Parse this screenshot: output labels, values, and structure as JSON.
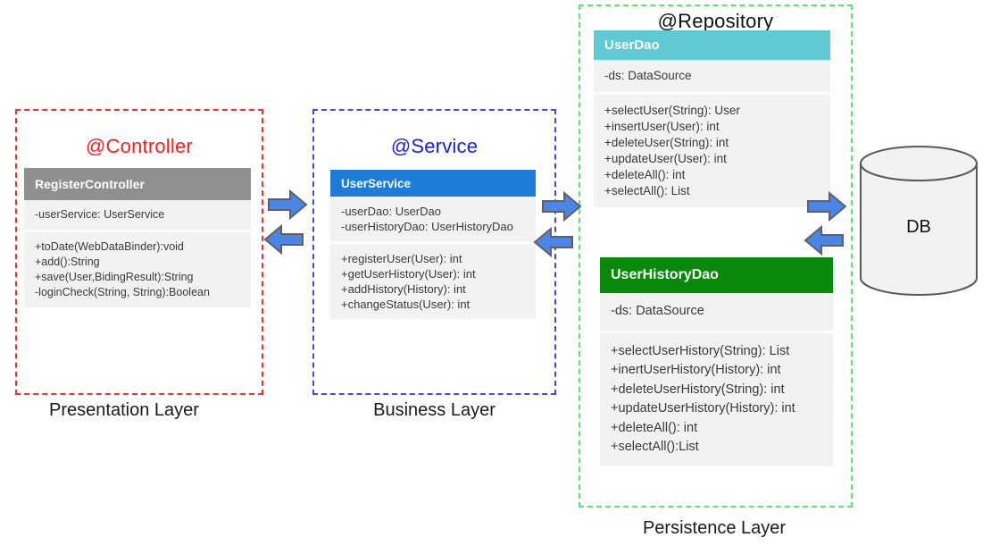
{
  "layers": [
    {
      "id": "presentation",
      "annotation": "@Controller",
      "label": "Presentation Layer",
      "classes": [
        {
          "name": "RegisterController",
          "attributes": [
            "-userService: UserService"
          ],
          "methods": [
            "+toDate(WebDataBinder):void",
            "+add():String",
            "+save(User,BidingResult):String",
            "-loginCheck(String, String):Boolean"
          ]
        }
      ]
    },
    {
      "id": "business",
      "annotation": "@Service",
      "label": "Business Layer",
      "classes": [
        {
          "name": "UserService",
          "attributes": [
            "-userDao: UserDao",
            "-userHistoryDao: UserHistoryDao"
          ],
          "methods": [
            "+registerUser(User): int",
            "+getUserHistory(User): int",
            "+addHistory(History): int",
            "+changeStatus(User): int"
          ]
        }
      ]
    },
    {
      "id": "persistence",
      "annotation": "@Repository",
      "label": "Persistence Layer",
      "classes": [
        {
          "name": "UserDao",
          "attributes": [
            "-ds: DataSource"
          ],
          "methods": [
            "+selectUser(String): User",
            "+insertUser(User): int",
            "+deleteUser(String): int",
            "+updateUser(User): int",
            "+deleteAll(): int",
            "+selectAll(): List"
          ]
        },
        {
          "name": "UserHistoryDao",
          "attributes": [
            "-ds: DataSource"
          ],
          "methods": [
            "+selectUserHistory(String): List",
            "+inertUserHistory(History): int",
            "+deleteUserHistory(String): int",
            "+updateUserHistory(History): int",
            "+deleteAll(): int",
            "+selectAll():List"
          ]
        }
      ]
    }
  ],
  "database": {
    "label": "DB"
  },
  "colors": {
    "presentation_border": "#fb2b2b",
    "business_border": "#4646f0",
    "persistence_border": "#57e76b",
    "controller_annotation": "#ff1c1c",
    "service_annotation": "#1a1aef",
    "repository_annotation": "#111111",
    "registercontroller_header_bg": "#8f8f8f",
    "userservice_header_bg": "#1c7cd8",
    "userdao_header_bg": "#5fc9d4",
    "userhistorydao_header_bg": "#098909",
    "section_bg": "#f2f2f2",
    "arrow_fill": "#4a86e8",
    "arrow_stroke": "#606060",
    "db_fill": "#f2f2f2",
    "db_stroke": "#595959"
  }
}
